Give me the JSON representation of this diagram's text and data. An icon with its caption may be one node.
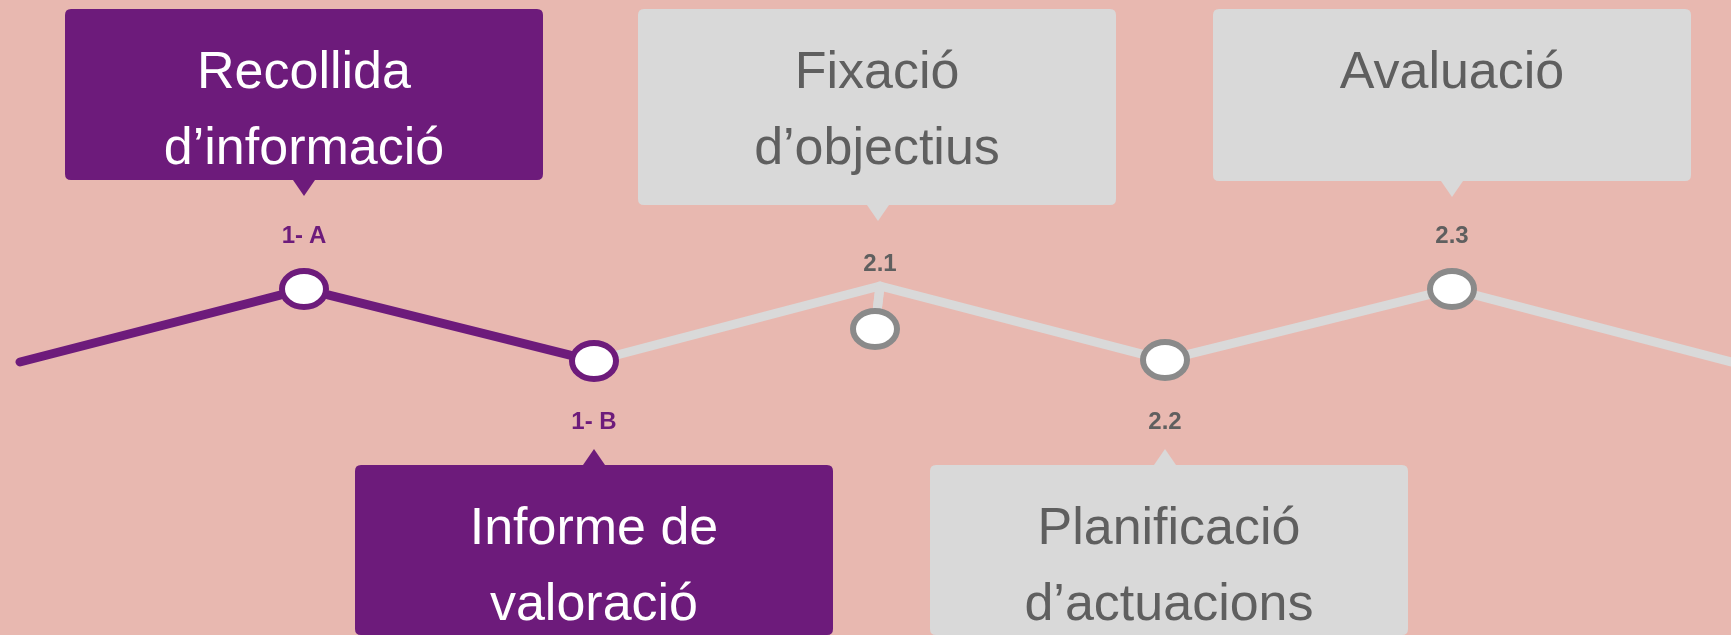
{
  "diagram": {
    "nodes": [
      {
        "text": [
          "Recollida d’informació"
        ]
      },
      {
        "text": [
          "Fixació d’objectius"
        ]
      },
      {
        "text": [
          "Avaluació"
        ]
      },
      {
        "text": [],
        "shape": "circle",
        "beside": [
          "1- A"
        ]
      },
      {
        "text": [],
        "shape": "circle",
        "beside": [
          "1- B"
        ]
      },
      {
        "text": [],
        "shape": "circle",
        "beside": [
          "2.1"
        ]
      },
      {
        "text": [],
        "shape": "circle",
        "beside": [
          "2.2"
        ]
      },
      {
        "text": [],
        "shape": "circle",
        "beside": [
          "2.3"
        ]
      },
      {
        "text": [
          "Informe de valoració"
        ]
      },
      {
        "text": [
          "Planificació d’actuacions"
        ]
      }
    ],
    "edges": [
      {
        "from": null,
        "to": 3,
        "arrow": "none",
        "color": "#6d1b7b"
      },
      {
        "from": 3,
        "to": 4,
        "arrow": "none",
        "color": "#6d1b7b"
      },
      {
        "from": 4,
        "to": 5,
        "arrow": "none"
      },
      {
        "from": 5,
        "to": 6,
        "arrow": "none"
      },
      {
        "from": 6,
        "to": 7,
        "arrow": "none"
      },
      {
        "from": 7,
        "to": null,
        "arrow": "none"
      }
    ]
  }
}
